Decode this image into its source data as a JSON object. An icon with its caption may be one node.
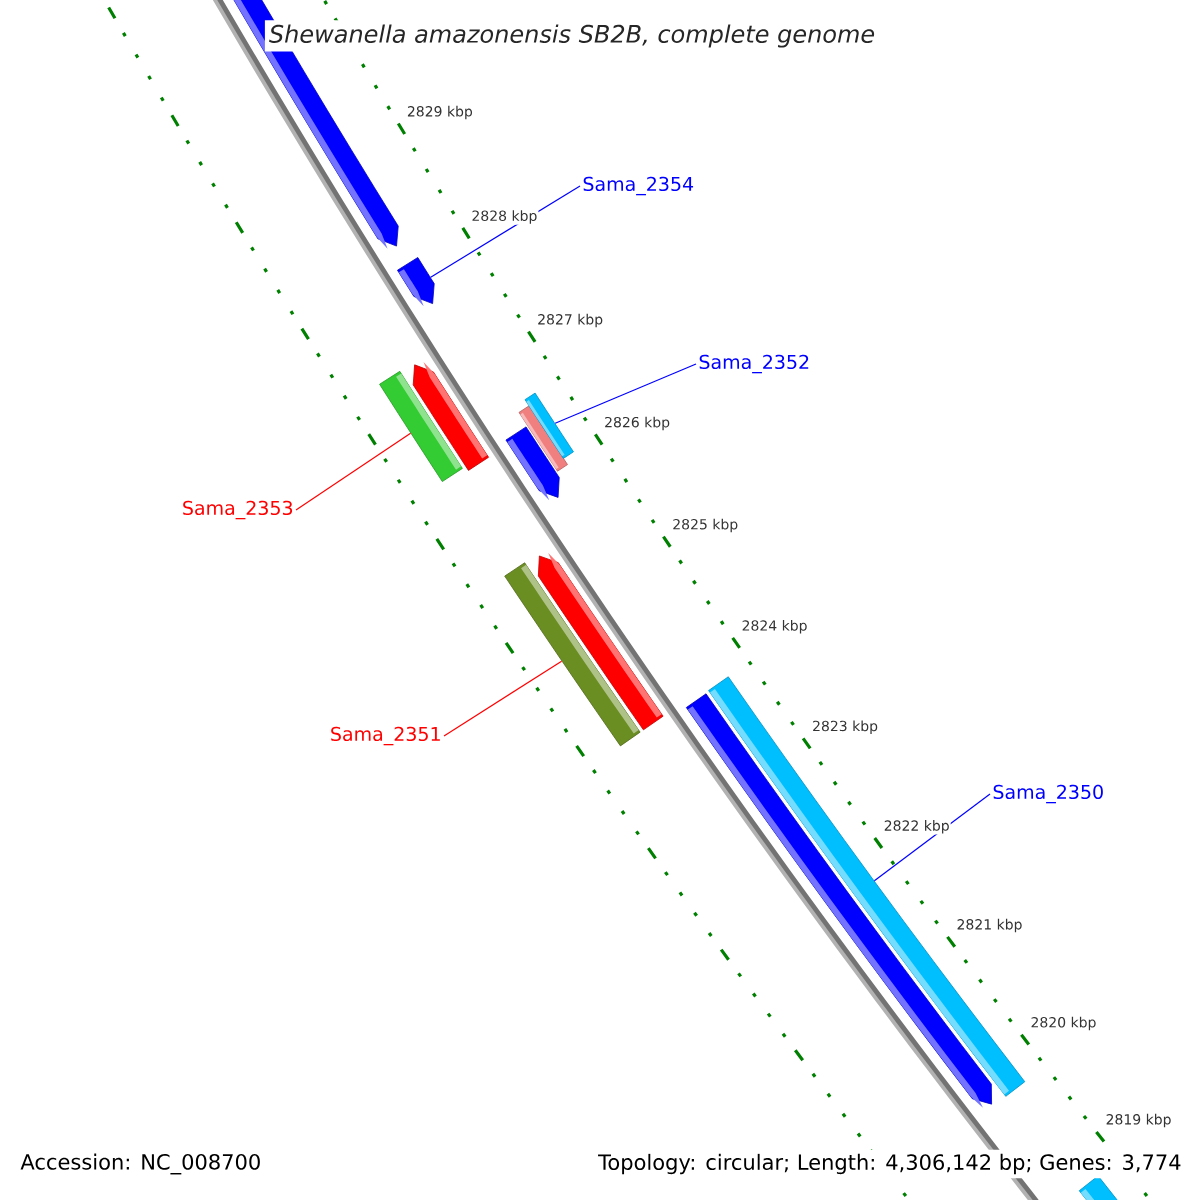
{
  "diagram": {
    "title": "Shewanella amazonensis SB2B, complete genome",
    "nodes": [
      {
        "text": [
          "Sama_2354"
        ]
      },
      {
        "text": [
          "Sama_2352"
        ]
      },
      {
        "text": [
          "Sama_2353"
        ]
      },
      {
        "text": [
          "Sama_2351"
        ]
      },
      {
        "text": [
          "Sama_2350"
        ]
      },
      {
        "text": [],
        "shape": "bar"
      },
      {
        "text": [],
        "shape": "bar"
      },
      {
        "text": [],
        "shape": "bar"
      },
      {
        "text": [],
        "shape": "bar"
      },
      {
        "text": [],
        "shape": "bar"
      }
    ],
    "edges": [
      {
        "from": 0,
        "to": 5,
        "arrow": "none"
      },
      {
        "from": 1,
        "to": 7,
        "arrow": "none"
      },
      {
        "from": 2,
        "to": 6,
        "arrow": "none",
        "color": "#ff0000"
      },
      {
        "from": 3,
        "to": 8,
        "arrow": "none",
        "color": "#ff0000"
      },
      {
        "from": 4,
        "to": 9,
        "arrow": "none"
      }
    ],
    "labels": [
      "2829 kbp",
      "2828 kbp",
      "2827 kbp",
      "2826 kbp",
      "2825 kbp",
      "2824 kbp",
      "2823 kbp",
      "2822 kbp",
      "2821 kbp",
      "2820 kbp",
      "2819 kbp",
      "Accession: NC_008700",
      "Topology: circular; Length: 4,306,142 bp; Genes: 3,774"
    ]
  }
}
